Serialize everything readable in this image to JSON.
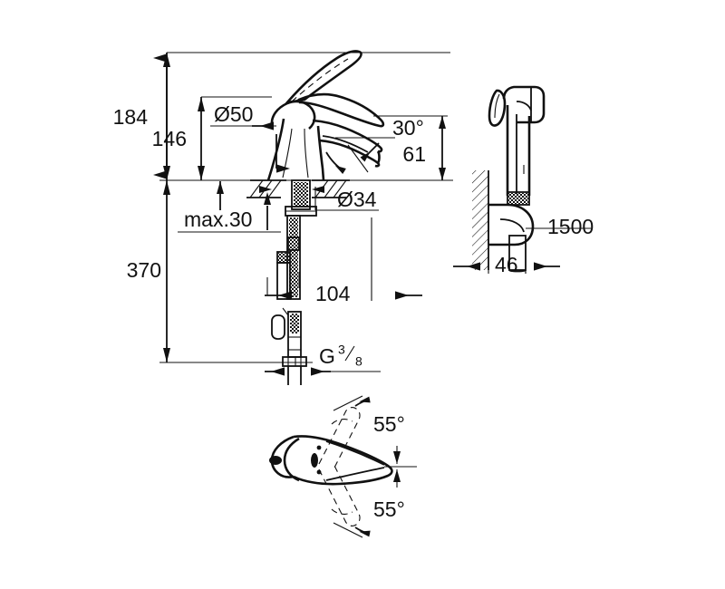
{
  "drawing": {
    "title": "Single-lever basin mixer with bidet spray – dimensioned technical drawing",
    "background_color": "#ffffff",
    "line_color": "#111111",
    "units": "mm"
  },
  "dimensions": {
    "overall_height": "184",
    "spout_height": "146",
    "handle_rosette_diameter": "Ø50",
    "base_diameter": "Ø34",
    "counter_thickness": "max.30",
    "spout_angle": "30°",
    "spout_projection": "61",
    "supply_hose_length": "370",
    "spout_reach": "104",
    "thread_size_prefix": "G",
    "thread_numerator": "3",
    "thread_denominator": "8",
    "hose_length": "1500",
    "bracket_projection": "46",
    "lever_swivel_upper": "55°",
    "lever_swivel_lower": "55°"
  },
  "views": {
    "front_elevation": "faucet-front-elevation",
    "side_sprayer": "bidet-sprayer-wall-bracket",
    "plan_view": "lever-swivel-plan-view"
  },
  "icons": {
    "arrow": "arrow-head-icon",
    "hatch": "wall-hatch-icon",
    "knurl": "knurled-hose-icon"
  }
}
